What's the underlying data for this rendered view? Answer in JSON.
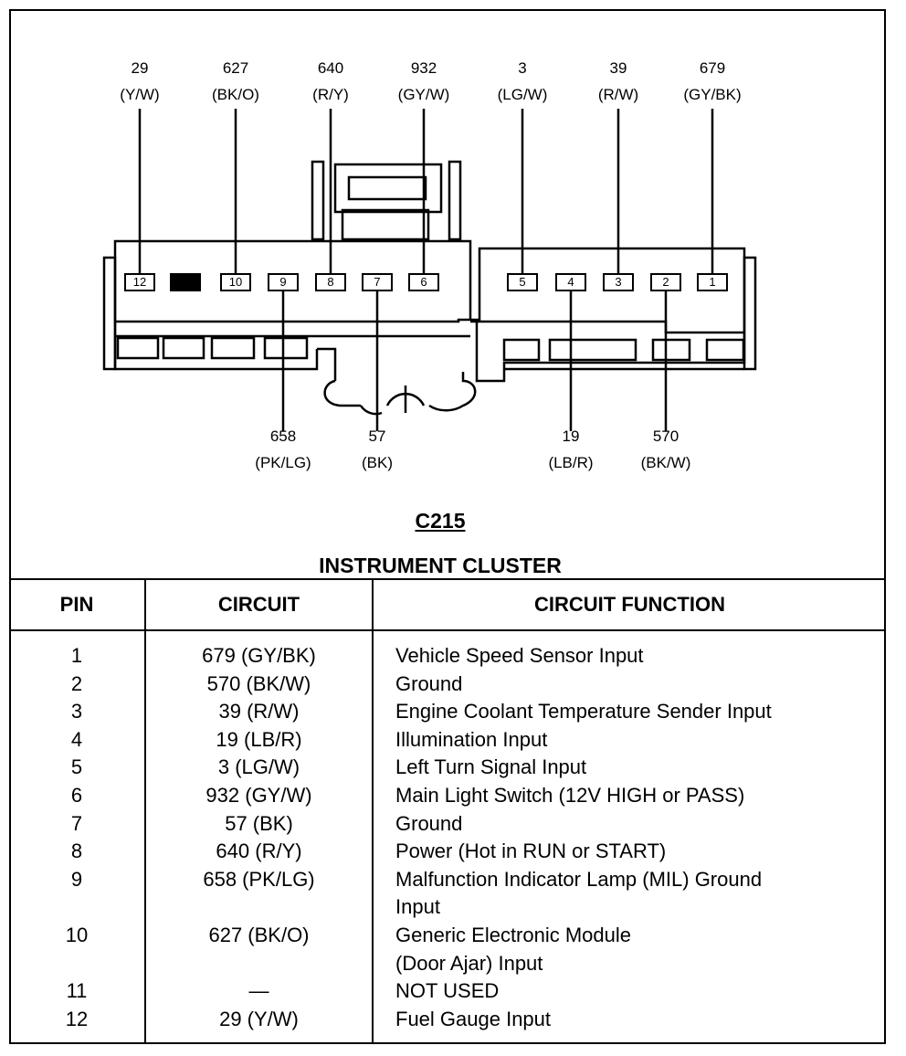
{
  "connector": {
    "id": "C215",
    "name": "INSTRUMENT CLUSTER",
    "pins": [
      {
        "pin": "12",
        "circuit": "29",
        "color": "(Y/W)",
        "side": "top"
      },
      {
        "pin": "11",
        "circuit": "",
        "color": "",
        "side": "none",
        "blocked": true
      },
      {
        "pin": "10",
        "circuit": "627",
        "color": "(BK/O)",
        "side": "top"
      },
      {
        "pin": "9",
        "circuit": "658",
        "color": "(PK/LG)",
        "side": "bottom"
      },
      {
        "pin": "8",
        "circuit": "640",
        "color": "(R/Y)",
        "side": "top"
      },
      {
        "pin": "7",
        "circuit": "57",
        "color": "(BK)",
        "side": "bottom"
      },
      {
        "pin": "6",
        "circuit": "932",
        "color": "(GY/W)",
        "side": "top"
      },
      {
        "pin": "5",
        "circuit": "3",
        "color": "(LG/W)",
        "side": "top"
      },
      {
        "pin": "4",
        "circuit": "19",
        "color": "(LB/R)",
        "side": "bottom"
      },
      {
        "pin": "3",
        "circuit": "39",
        "color": "(R/W)",
        "side": "top"
      },
      {
        "pin": "2",
        "circuit": "570",
        "color": "(BK/W)",
        "side": "bottom"
      },
      {
        "pin": "1",
        "circuit": "679",
        "color": "(GY/BK)",
        "side": "top"
      }
    ]
  },
  "table": {
    "headers": {
      "pin": "PIN",
      "circuit": "CIRCUIT",
      "function": "CIRCUIT FUNCTION"
    },
    "rows": [
      {
        "pin": "1",
        "circuit": "679 (GY/BK)",
        "function": [
          "Vehicle Speed Sensor Input"
        ]
      },
      {
        "pin": "2",
        "circuit": "570 (BK/W)",
        "function": [
          "Ground"
        ]
      },
      {
        "pin": "3",
        "circuit": "39 (R/W)",
        "function": [
          "Engine Coolant Temperature Sender Input"
        ]
      },
      {
        "pin": "4",
        "circuit": "19 (LB/R)",
        "function": [
          "Illumination Input"
        ]
      },
      {
        "pin": "5",
        "circuit": "3 (LG/W)",
        "function": [
          "Left Turn Signal Input"
        ]
      },
      {
        "pin": "6",
        "circuit": "932 (GY/W)",
        "function": [
          "Main Light Switch (12V HIGH or PASS)"
        ]
      },
      {
        "pin": "7",
        "circuit": "57 (BK)",
        "function": [
          "Ground"
        ]
      },
      {
        "pin": "8",
        "circuit": "640 (R/Y)",
        "function": [
          "Power (Hot in RUN or START)"
        ]
      },
      {
        "pin": "9",
        "circuit": "658 (PK/LG)",
        "function": [
          "Malfunction Indicator Lamp (MIL) Ground",
          "Input"
        ]
      },
      {
        "pin": "10",
        "circuit": "627 (BK/O)",
        "function": [
          "Generic Electronic Module",
          "(Door Ajar) Input"
        ]
      },
      {
        "pin": "11",
        "circuit": "—",
        "function": [
          "NOT USED"
        ]
      },
      {
        "pin": "12",
        "circuit": "29 (Y/W)",
        "function": [
          "Fuel Gauge Input"
        ]
      }
    ]
  }
}
